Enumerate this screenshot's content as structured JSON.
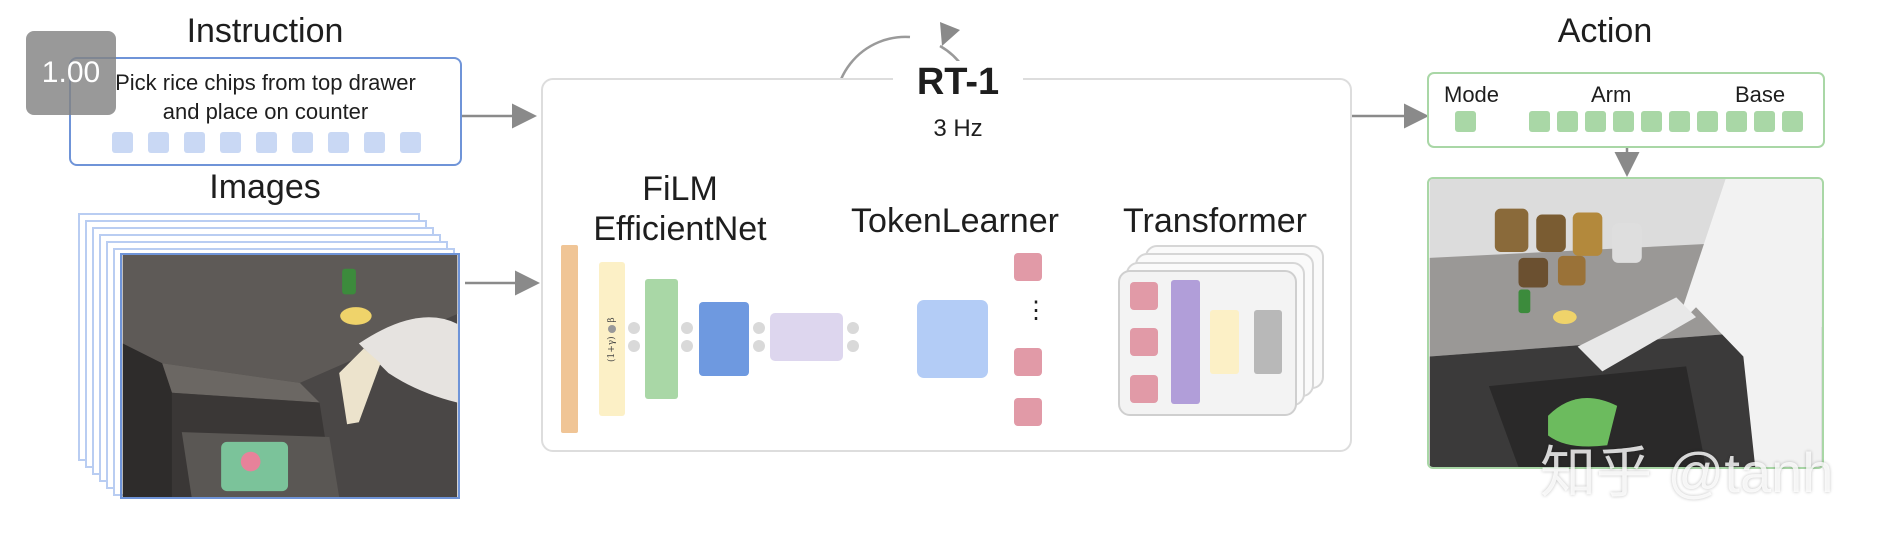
{
  "instruction": {
    "heading": "Instruction",
    "text_line1": "Pick rice chips from top drawer",
    "text_line2": "and place on counter"
  },
  "images": {
    "heading": "Images"
  },
  "model": {
    "name": "RT-1",
    "rate": "3 Hz",
    "film_line1": "FiLM",
    "film_line2": "EfficientNet",
    "film_formula_gamma": "(1+γ)",
    "film_formula_beta": "β",
    "tokenlearner": "TokenLearner",
    "transformer": "Transformer",
    "ellipsis": "⋮"
  },
  "action": {
    "heading": "Action",
    "mode": "Mode",
    "arm": "Arm",
    "base": "Base"
  },
  "overlay": {
    "zoom": "1.00",
    "watermark": "知乎 @tanh"
  },
  "colors": {
    "instruction_border": "#6f94d8",
    "film_orange": "#f0c596",
    "film_cream": "#fcf0c6",
    "film_green": "#a9d7a6",
    "film_blue": "#6e99e0",
    "film_lavender": "#ddd6ee",
    "tokenlearner_blue": "#b3ccf6",
    "token_pink": "#e19aa7",
    "transformer_purple": "#b19ed9",
    "transformer_cream": "#fcf0c6",
    "transformer_gray": "#b8b8b8",
    "action_border": "#a9d7a6"
  }
}
